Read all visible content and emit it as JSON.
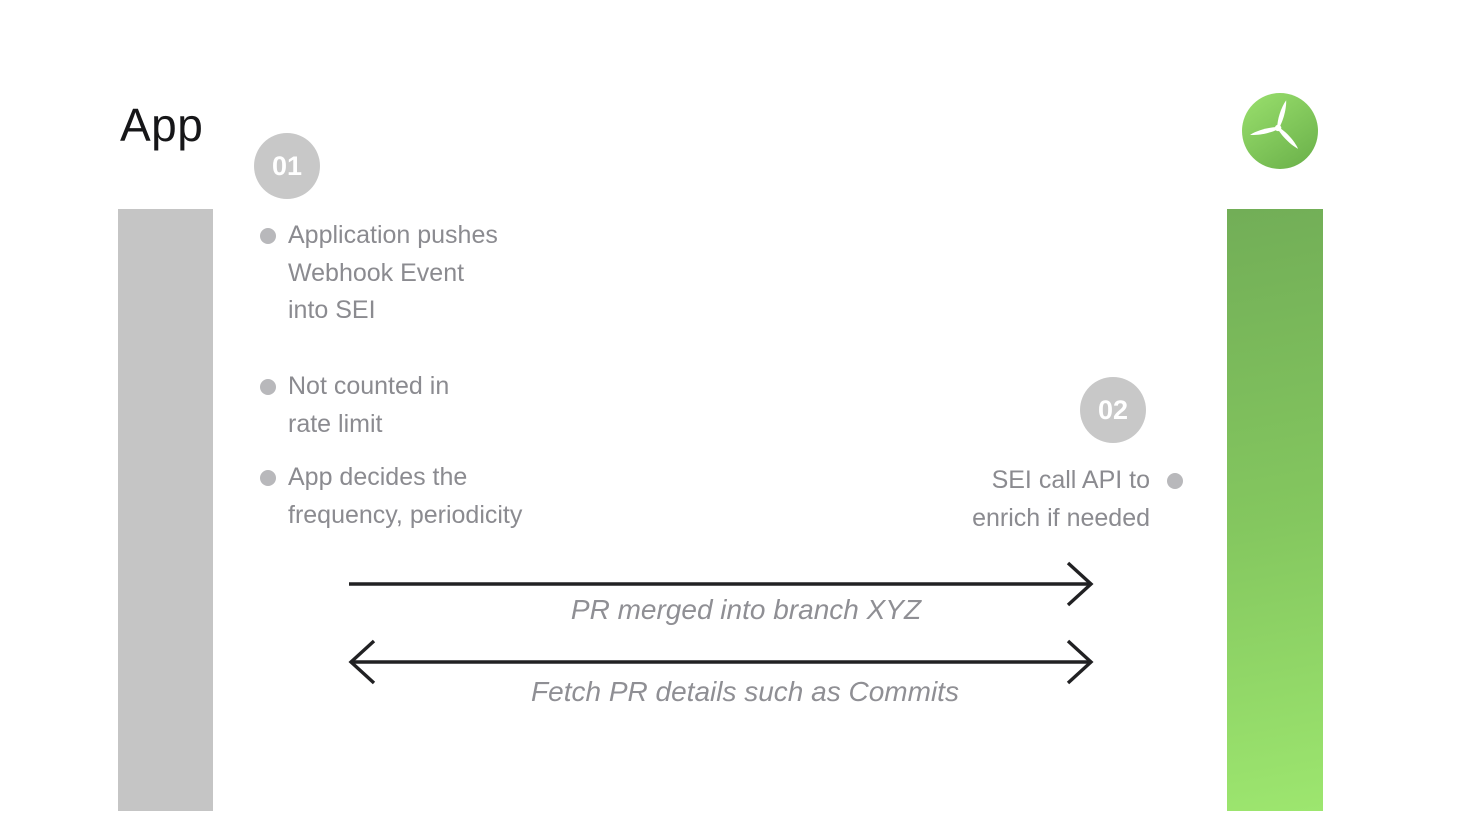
{
  "title": "App",
  "logo": {
    "icon": "wind-turbine"
  },
  "colors": {
    "left_bar": "#c5c5c5",
    "right_bar_top": "#72ae57",
    "right_bar_bottom": "#9de66f",
    "logo_green_light": "#97dd6b",
    "logo_green_dark": "#6cb24b",
    "badge_bg": "#c8c8c8",
    "badge_text": "#ffffff",
    "body_text": "#8b8b90",
    "bullet_dot": "#b8b8bb",
    "arrow": "#212123",
    "title_text": "#161618"
  },
  "step1": {
    "number": "01",
    "bullets": [
      "Application pushes\nWebhook Event\ninto SEI",
      "Not counted in\nrate limit",
      "App decides the\nfrequency, periodicity"
    ]
  },
  "step2": {
    "number": "02",
    "bullets": [
      "SEI call API to\nenrich if needed"
    ]
  },
  "arrows": [
    {
      "label": "PR merged into branch XYZ",
      "direction": "left-to-right"
    },
    {
      "label": "Fetch PR details such as Commits",
      "direction": "bidirectional"
    }
  ]
}
